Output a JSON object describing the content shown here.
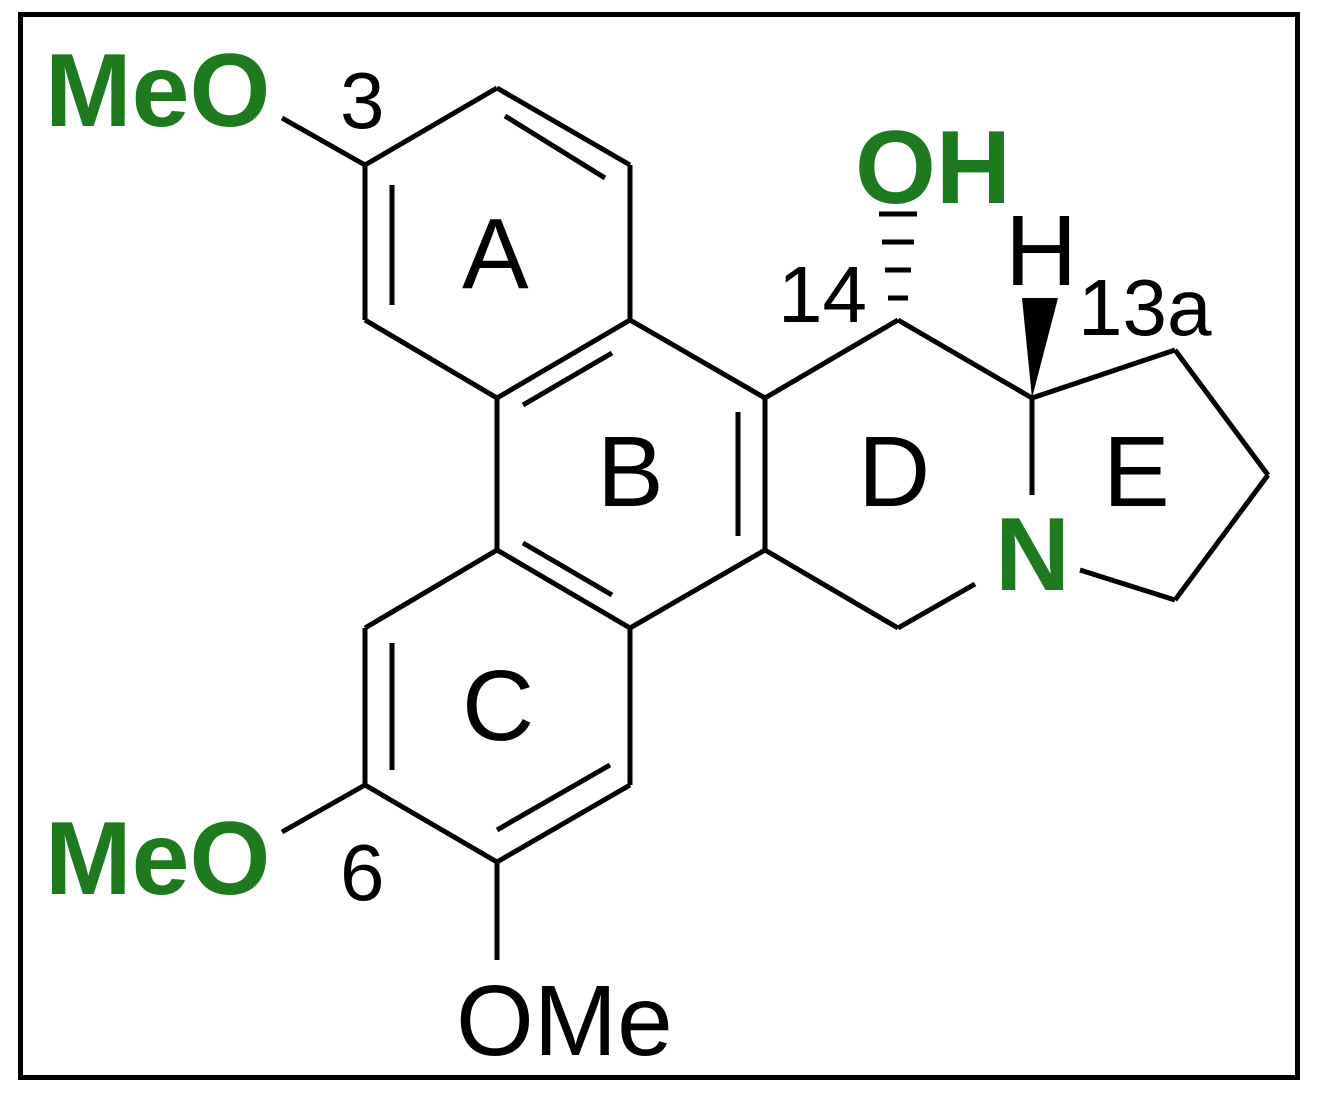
{
  "colors": {
    "heteroatom": "#1e7a1e",
    "bond": "#000000"
  },
  "substituents": {
    "meo_top": "MeO",
    "meo_bottom": "MeO",
    "ome_bottom": "OMe",
    "oh": "OH",
    "nitrogen": "N",
    "hydrogen": "H"
  },
  "ring_labels": {
    "a": "A",
    "b": "B",
    "c": "C",
    "d": "D",
    "e": "E"
  },
  "locants": {
    "c3": "3",
    "c6": "6",
    "c14": "14",
    "c13a": "13a"
  }
}
